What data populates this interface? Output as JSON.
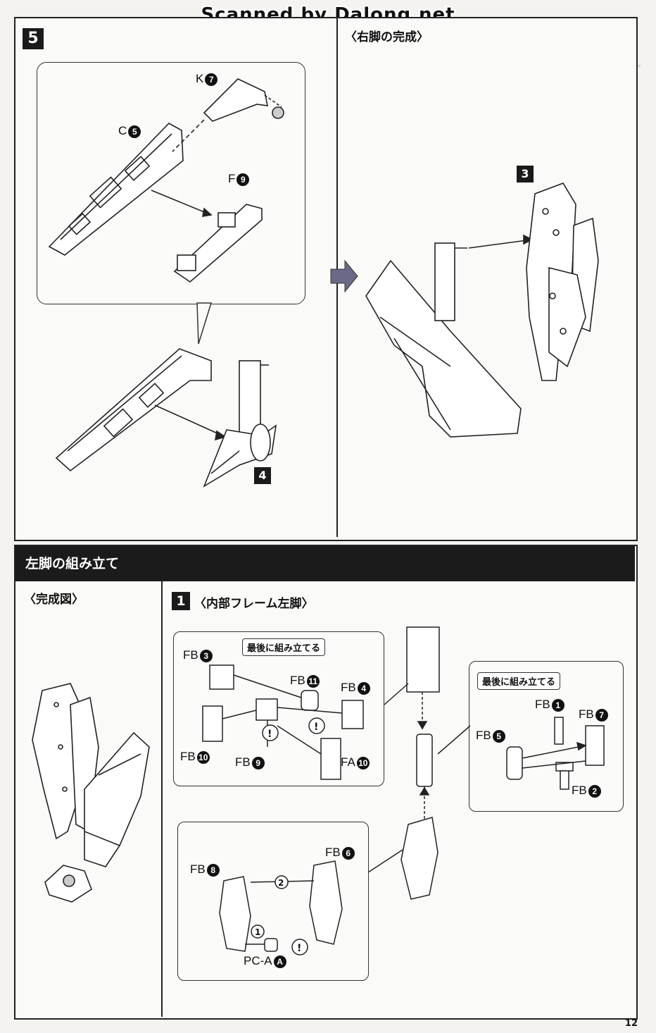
{
  "watermark": "Scanned by Dalong.net",
  "step5": {
    "number": "5",
    "right_heading": "〈右脚の完成〉",
    "parts": {
      "k": {
        "letter": "K",
        "num": "7"
      },
      "c": {
        "letter": "C",
        "num": "5"
      },
      "f": {
        "letter": "F",
        "num": "9"
      }
    },
    "sub4": "4",
    "sub3": "3"
  },
  "left_leg": {
    "bar_title": "左脚の組み立て",
    "complete_heading": "〈完成図〉",
    "step_number": "1",
    "step_heading": "〈内部フレーム左脚〉",
    "note_a": "最後に組み立てる",
    "note_b": "最後に組み立てる",
    "parts_a": [
      {
        "letter": "FB",
        "num": "3"
      },
      {
        "letter": "FB",
        "num": "11"
      },
      {
        "letter": "FB",
        "num": "4"
      },
      {
        "letter": "FB",
        "num": "10"
      },
      {
        "letter": "FB",
        "num": "9"
      },
      {
        "letter": "FA",
        "num": "10"
      }
    ],
    "parts_b": [
      {
        "letter": "FB",
        "num": "1"
      },
      {
        "letter": "FB",
        "num": "7"
      },
      {
        "letter": "FB",
        "num": "5"
      },
      {
        "letter": "FB",
        "num": "2"
      }
    ],
    "parts_c": [
      {
        "letter": "FB",
        "num": "6"
      },
      {
        "letter": "FB",
        "num": "8"
      },
      {
        "letter": "PC-A",
        "num": "A"
      }
    ],
    "order_1": "1",
    "order_2": "2",
    "warn": "!"
  },
  "page_number": "12"
}
